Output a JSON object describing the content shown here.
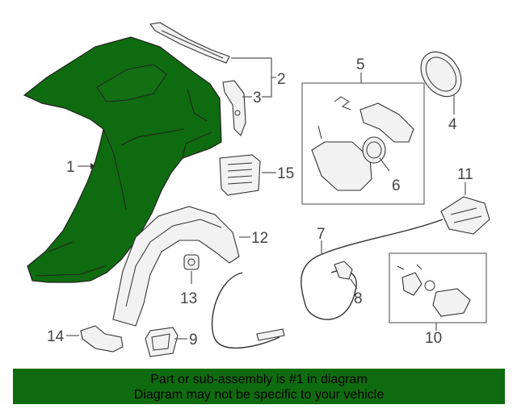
{
  "callouts": {
    "c1": "1",
    "c2": "2",
    "c3": "3",
    "c4": "4",
    "c5": "5",
    "c6": "6",
    "c7": "7",
    "c8": "8",
    "c9": "9",
    "c10": "10",
    "c11": "11",
    "c12": "12",
    "c13": "13",
    "c14": "14",
    "c15": "15"
  },
  "colors": {
    "highlight": "#0f6b0f",
    "banner": "#0f6b0f"
  },
  "banner": {
    "line1": "Part or sub-assembly is #1 in diagram",
    "line2": "Diagram may not be specific to your vehicle"
  }
}
